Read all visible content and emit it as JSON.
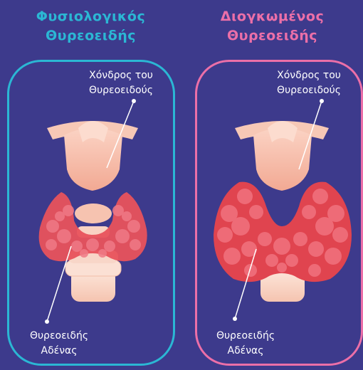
{
  "colors": {
    "background": "#3d3a8c",
    "normal_accent": "#2bb7d4",
    "enlarged_accent": "#ec6fa8"
  },
  "panels": {
    "normal": {
      "title_line1": "Φυσιολογικός",
      "title_line2": "Θυρεοειδής",
      "cartilage_line1": "Χόνδρος του",
      "cartilage_line2": "Θυρεοειδούς",
      "gland_line1": "Θυρεοειδής",
      "gland_line2": "Αδένας"
    },
    "enlarged": {
      "title_line1": "Διογκωμένος",
      "title_line2": "Θυρεοειδής",
      "cartilage_line1": "Χόνδρος του",
      "cartilage_line2": "Θυρεοειδούς",
      "gland_line1": "Θυρεοειδής",
      "gland_line2": "Αδένας"
    }
  }
}
